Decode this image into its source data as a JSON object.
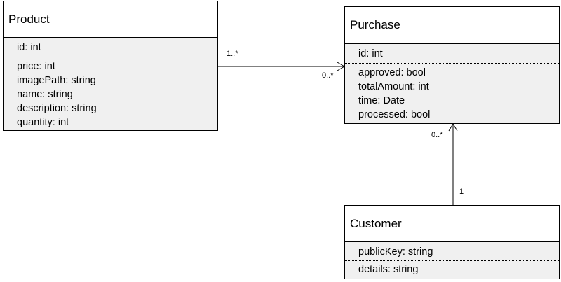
{
  "classes": {
    "product": {
      "name": "Product",
      "keys": [
        "id: int"
      ],
      "attributes": [
        "price: int",
        "imagePath: string",
        "name: string",
        "description: string",
        "quantity: int"
      ]
    },
    "purchase": {
      "name": "Purchase",
      "keys": [
        "id: int"
      ],
      "attributes": [
        "approved: bool",
        "totalAmount: int",
        "time: Date",
        "processed: bool"
      ]
    },
    "customer": {
      "name": "Customer",
      "keys": [
        "publicKey: string"
      ],
      "attributes": [
        "details: string"
      ]
    }
  },
  "associations": {
    "product_purchase": {
      "source_mult": "1..*",
      "target_mult": "0..*"
    },
    "customer_purchase": {
      "source_mult": "1",
      "target_mult": "0..*"
    }
  }
}
